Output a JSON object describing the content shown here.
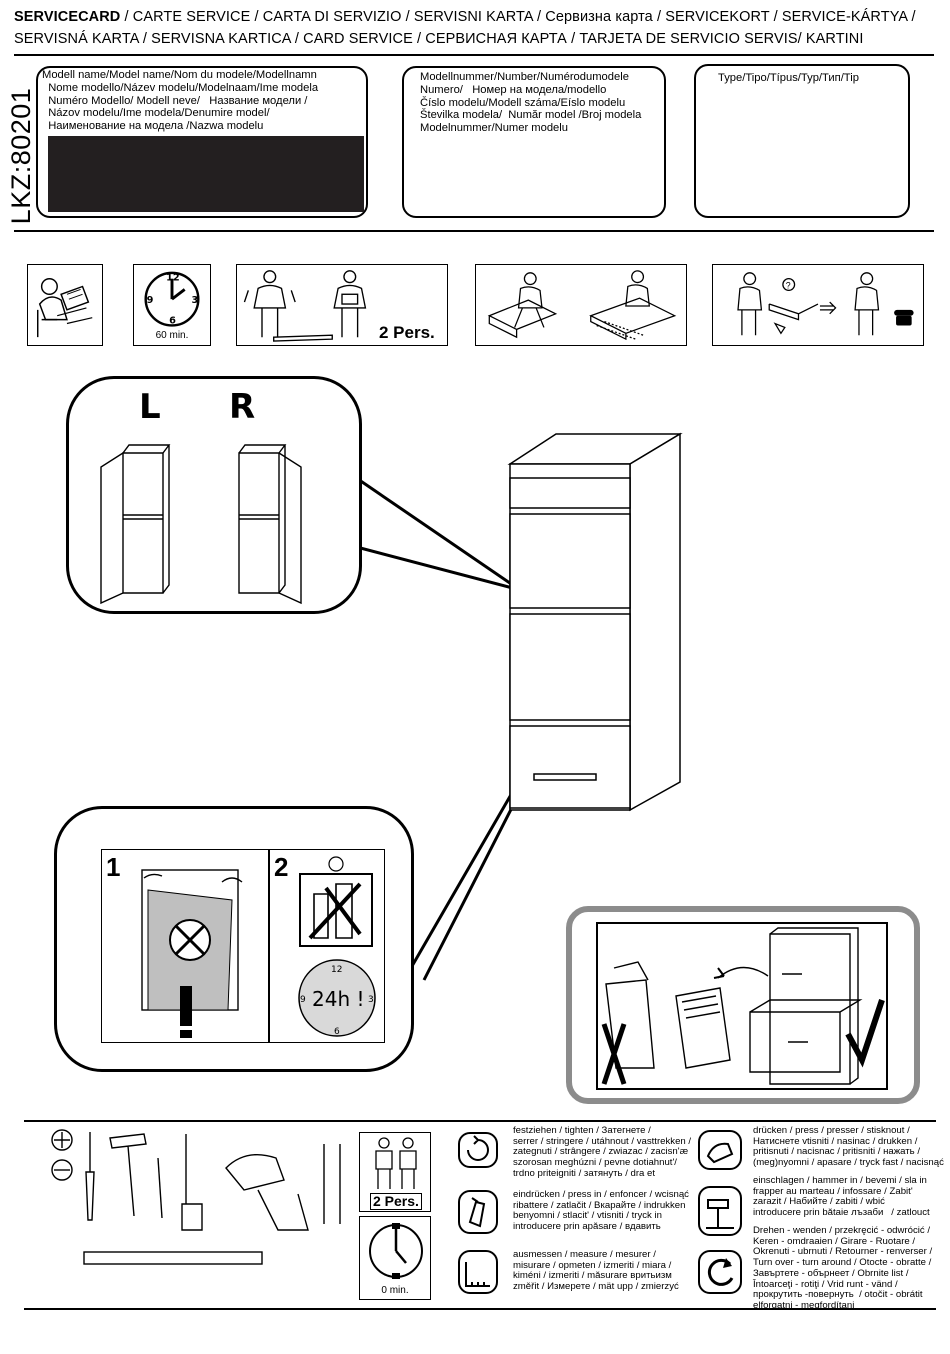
{
  "header": {
    "line1_bold": "SERVICECARD",
    "line1_rest": " / CARTE SERVICE / CARTA DI SERVIZIO / SERVISNI KARTA / Сервизна карта / SERVICEKORT / SERVICE-KÁRTYA /",
    "line2": "SERVISNÁ KARTA / SERVISNA KARTICA / CARD SERVICE / СЕРВИСНАЯ КАРТА / TARJETA DE SERVICIO SERVIS/ KARTINI"
  },
  "code": "LKZ:80201",
  "boxes": {
    "model_name": "Modell name/Model name/Nom du modele/Modellnamn\n  Nome modello/Název modelu/Modelnaam/Ime modela\n  Numéro Modello/ Modell neve/   Название модели /\n  Názov modelu/Ime modela/Denumire model/\n  Наименование на модела /Nazwa modelu",
    "model_number": "Modellnummer/Number/Numérodumodele\nNumero/   Номер на модела/modello\nČíslo modelu/Modell száma/Eíslo modelu\nŠtevilka modela/  Număr model /Broj modela\nModelnummer/Numer modelu",
    "type": "Type/Tipo/Típus/Typ/Тип/Tip"
  },
  "steps": {
    "clock_caption": "60 min.",
    "clock_numbers": [
      "12",
      "3",
      "6",
      "9"
    ],
    "pers_label": "2 Pers."
  },
  "callout": {
    "left_label": "L",
    "right_label": "R"
  },
  "warnings": {
    "step1": "1",
    "step2": "2",
    "clock_text": "24h !",
    "clock_numbers": [
      "12",
      "3",
      "6",
      "9"
    ]
  },
  "tools": {
    "pers_label": "2 Pers.",
    "clock_caption": "0 min."
  },
  "legend": [
    {
      "icon": "tighten-icon",
      "text": "festziehen / tighten / Затегнете /\nserrer / stringere / utáhnout / vasttrekken /\nzategnuti / strângere / zwiazac / zacisn'æ\nszorosan meghúzni / pevne dotiahnut'/\ntrdno priteigniti / затянуть / dra et"
    },
    {
      "icon": "press-in-icon",
      "text": "eindrücken / press in / enfoncer / wcisnąć\nribattere / zatlačit / Вкарайте / indrukken\nbenyomni / stlacit' / vtisniti / tryck in\nintroducere prin apăsare / вдавить"
    },
    {
      "icon": "measure-icon",
      "text": "ausmessen / measure / mesurer /\nmisurare / opmeten / izmeriti / miara /\nkiméni / izmeriti / măsurare вритьизм\nzměřit / Измерете / mät upp / zmierzyć"
    },
    {
      "icon": "press-icon",
      "text": "drücken / press / presser / stisknout /\nНатиснете vtisniti / nasinac / drukken /\npritisnuti / nacisnac / pritisniti / нажать /\n(meg)nyomni / apasare / tryck fast / nacisnąć"
    },
    {
      "icon": "hammer-icon",
      "text": "einschlagen / hammer in / bevemi / sla in\nfrapper au marteau / infossare / Zabit'\nzarazit / Набийте / zabiti / wbić\nintroducere prin bătaie лъзаби   / zatlouct"
    },
    {
      "icon": "turn-over-icon",
      "text": "Drehen - wenden / przekręcić - odwrócić /\nKeren - omdraaien / Girare - Ruotare /\nOkrenuti - ubrnuti / Retourner - renverser /\nTurn over - turn around / Otocte - obratte /\nЗавъртете - обърнеет / Obrnite list /\nÎntoarceţi - rotiţi / Vrid runt - vänd /\nпрокрутить -повернуть  / otočit - obrátit\nelforgatni - megfordítani"
    }
  ]
}
